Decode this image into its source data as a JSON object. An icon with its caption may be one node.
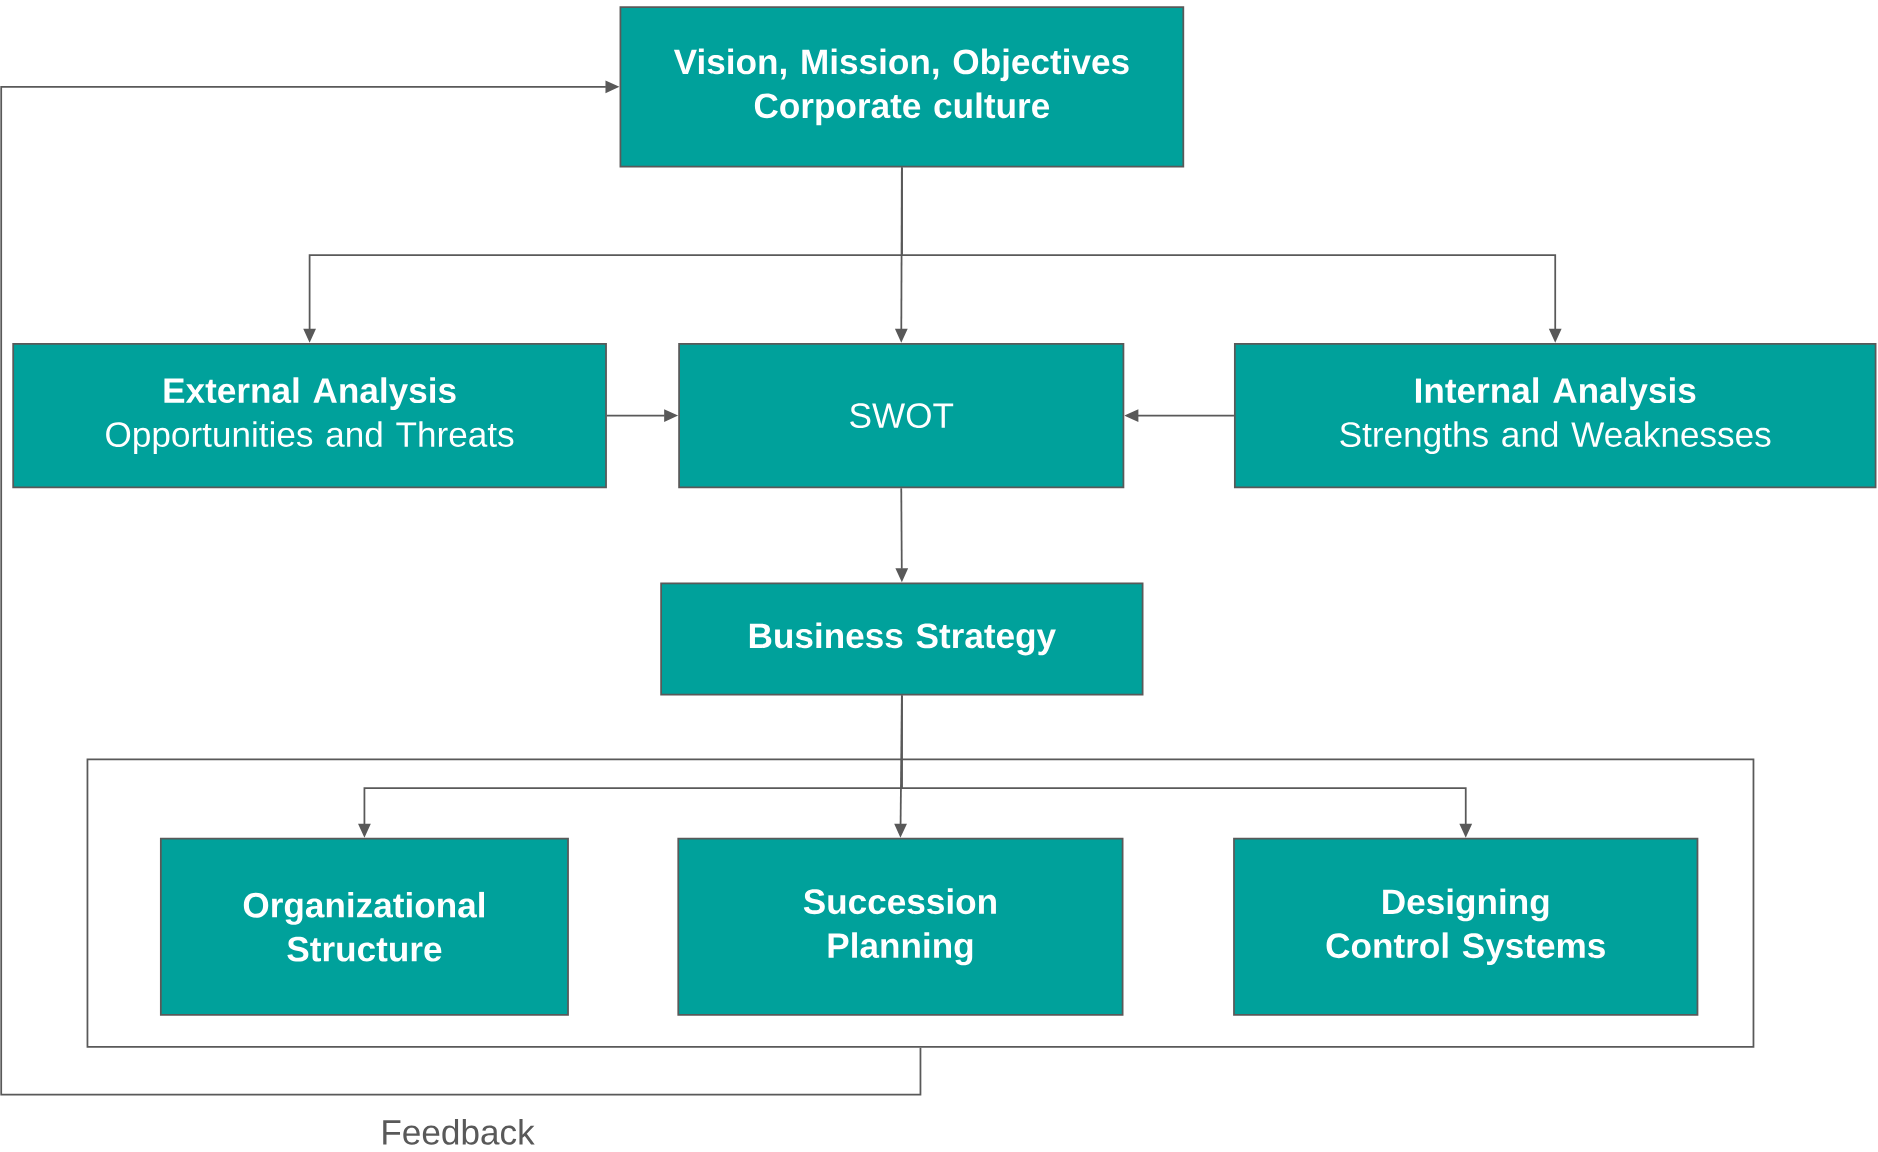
{
  "diagram": {
    "nodes": [
      {
        "text": [
          "Vision, Mission, Objectives Corporate culture"
        ]
      },
      {
        "text": [
          "External Analysis",
          "Opportunities and Threats"
        ]
      },
      {
        "text": [
          "SWOT"
        ]
      },
      {
        "text": [
          "Internal Analysis",
          "Strengths and Weaknesses"
        ]
      },
      {
        "text": [
          "Business Strategy"
        ]
      },
      {
        "text": [],
        "shape": "box"
      },
      {
        "text": [
          "Organizational Structure"
        ],
        "in": 5
      },
      {
        "text": [
          "Succession Planning"
        ],
        "in": 5
      },
      {
        "text": [
          "Designing Control Systems"
        ],
        "in": 5
      }
    ],
    "edges": [
      {
        "from": 0,
        "to": 1,
        "arrow": "to"
      },
      {
        "from": 0,
        "to": 2,
        "arrow": "to"
      },
      {
        "from": 0,
        "to": 3,
        "arrow": "to"
      },
      {
        "from": 1,
        "to": 2,
        "arrow": "to"
      },
      {
        "from": 3,
        "to": 2,
        "arrow": "to"
      },
      {
        "from": 2,
        "to": 4,
        "arrow": "to"
      },
      {
        "from": 4,
        "to": 6,
        "arrow": "to"
      },
      {
        "from": 4,
        "to": 7,
        "arrow": "to"
      },
      {
        "from": 4,
        "to": 8,
        "arrow": "to"
      },
      {
        "from": 5,
        "to": 0,
        "arrow": "to",
        "label": "Feedback"
      }
    ]
  }
}
